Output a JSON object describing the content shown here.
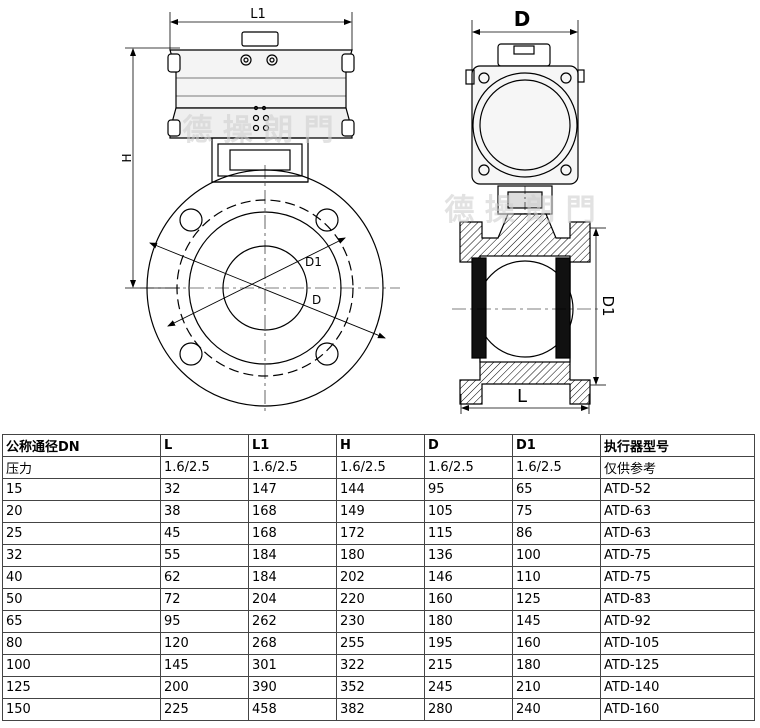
{
  "drawing": {
    "front_view": {
      "label_L1": "L1",
      "label_H": "H",
      "label_D1": "D1",
      "label_D": "D"
    },
    "side_view": {
      "label_D": "D",
      "label_D1": "D1",
      "label_L": "L"
    },
    "watermark": "德 操 朗 門"
  },
  "table": {
    "columns": [
      "公称通径DN",
      "L",
      "L1",
      "H",
      "D",
      "D1",
      "执行器型号"
    ],
    "rows": [
      [
        "压力",
        "1.6/2.5",
        "1.6/2.5",
        "1.6/2.5",
        "1.6/2.5",
        "1.6/2.5",
        "仅供参考"
      ],
      [
        "15",
        "32",
        "147",
        "144",
        "95",
        "65",
        "ATD-52"
      ],
      [
        "20",
        "38",
        "168",
        "149",
        "105",
        "75",
        "ATD-63"
      ],
      [
        "25",
        "45",
        "168",
        "172",
        "115",
        "86",
        "ATD-63"
      ],
      [
        "32",
        "55",
        "184",
        "180",
        "136",
        "100",
        "ATD-75"
      ],
      [
        "40",
        "62",
        "184",
        "202",
        "146",
        "110",
        "ATD-75"
      ],
      [
        "50",
        "72",
        "204",
        "220",
        "160",
        "125",
        "ATD-83"
      ],
      [
        "65",
        "95",
        "262",
        "230",
        "180",
        "145",
        "ATD-92"
      ],
      [
        "80",
        "120",
        "268",
        "255",
        "195",
        "160",
        "ATD-105"
      ],
      [
        "100",
        "145",
        "301",
        "322",
        "215",
        "180",
        "ATD-125"
      ],
      [
        "125",
        "200",
        "390",
        "352",
        "245",
        "210",
        "ATD-140"
      ],
      [
        "150",
        "225",
        "458",
        "382",
        "280",
        "240",
        "ATD-160"
      ]
    ]
  }
}
